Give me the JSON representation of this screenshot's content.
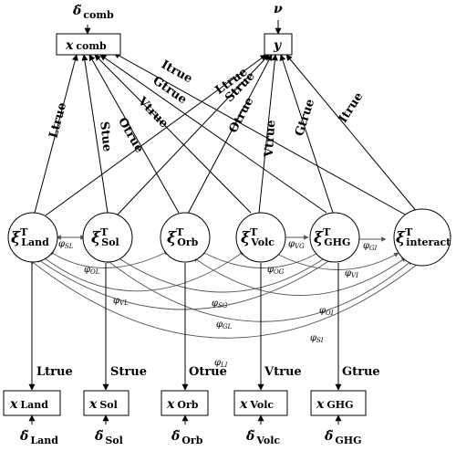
{
  "top_boxes": {
    "x_comb": {
      "var": "x",
      "sub": "comb",
      "noise_sym": "δ̃",
      "noise_sub": "comb"
    },
    "y": {
      "var": "y",
      "noise_sym": "ν"
    }
  },
  "latent_nodes": [
    {
      "id": "land",
      "sym": "ξ",
      "sup": "T",
      "sub": "Land"
    },
    {
      "id": "sol",
      "sym": "ξ",
      "sup": "T",
      "sub": "Sol"
    },
    {
      "id": "orb",
      "sym": "ξ",
      "sup": "T",
      "sub": "Orb"
    },
    {
      "id": "volc",
      "sym": "ξ",
      "sup": "T",
      "sub": "Volc"
    },
    {
      "id": "ghg",
      "sym": "ξ",
      "sup": "T",
      "sub": "GHG"
    },
    {
      "id": "interact",
      "sym": "ξ",
      "sup": "T",
      "sub": "interact"
    }
  ],
  "bottom_boxes": [
    {
      "id": "land",
      "var": "x",
      "sub": "Land",
      "noise_sym": "δ̃",
      "noise_sub": "Land",
      "loading": "Ltrue"
    },
    {
      "id": "sol",
      "var": "x",
      "sub": "Sol",
      "noise_sym": "δ̃",
      "noise_sub": "Sol",
      "loading": "Strue"
    },
    {
      "id": "orb",
      "var": "x",
      "sub": "Orb",
      "noise_sym": "δ̃",
      "noise_sub": "Orb",
      "loading": "Otrue"
    },
    {
      "id": "volc",
      "var": "x",
      "sub": "Volc",
      "noise_sym": "δ̃",
      "noise_sub": "Volc",
      "loading": "Vtrue"
    },
    {
      "id": "ghg",
      "var": "x",
      "sub": "GHG",
      "noise_sym": "δ̃",
      "noise_sub": "GHG",
      "loading": "Gtrue"
    }
  ],
  "edge_labels_to_xcomb": {
    "land": "Ltrue",
    "sol": "Stue",
    "orb": "Otrue",
    "volc": "Vtrue",
    "ghg": "Gtrue",
    "interact": "Itrue"
  },
  "edge_labels_to_y": {
    "land": "Ltrue",
    "sol": "Strue",
    "orb": "Otrue",
    "volc": "Vtrue",
    "ghg": "Gtrue",
    "interact": "Itrue"
  },
  "covariances": [
    {
      "id": "SL",
      "from": "sol",
      "to": "land",
      "label": "φ",
      "sub": "SL"
    },
    {
      "id": "VG",
      "from": "volc",
      "to": "ghg",
      "label": "φ",
      "sub": "VG"
    },
    {
      "id": "GI",
      "from": "ghg",
      "to": "interact",
      "label": "φ",
      "sub": "GI"
    },
    {
      "id": "OL",
      "from": "orb",
      "to": "land",
      "label": "φ",
      "sub": "OL"
    },
    {
      "id": "OG",
      "from": "orb",
      "to": "ghg",
      "label": "φ",
      "sub": "OG"
    },
    {
      "id": "VI",
      "from": "volc",
      "to": "interact",
      "label": "φ",
      "sub": "VI"
    },
    {
      "id": "VL",
      "from": "volc",
      "to": "land",
      "label": "φ",
      "sub": "VL"
    },
    {
      "id": "SG",
      "from": "sol",
      "to": "ghg",
      "label": "φ",
      "sub": "SG"
    },
    {
      "id": "OI",
      "from": "orb",
      "to": "interact",
      "label": "φ",
      "sub": "OI"
    },
    {
      "id": "GL",
      "from": "ghg",
      "to": "land",
      "label": "φ",
      "sub": "GL"
    },
    {
      "id": "SI",
      "from": "sol",
      "to": "interact",
      "label": "φ",
      "sub": "SI"
    },
    {
      "id": "LI",
      "from": "land",
      "to": "interact",
      "label": "φ",
      "sub": "LI"
    }
  ]
}
